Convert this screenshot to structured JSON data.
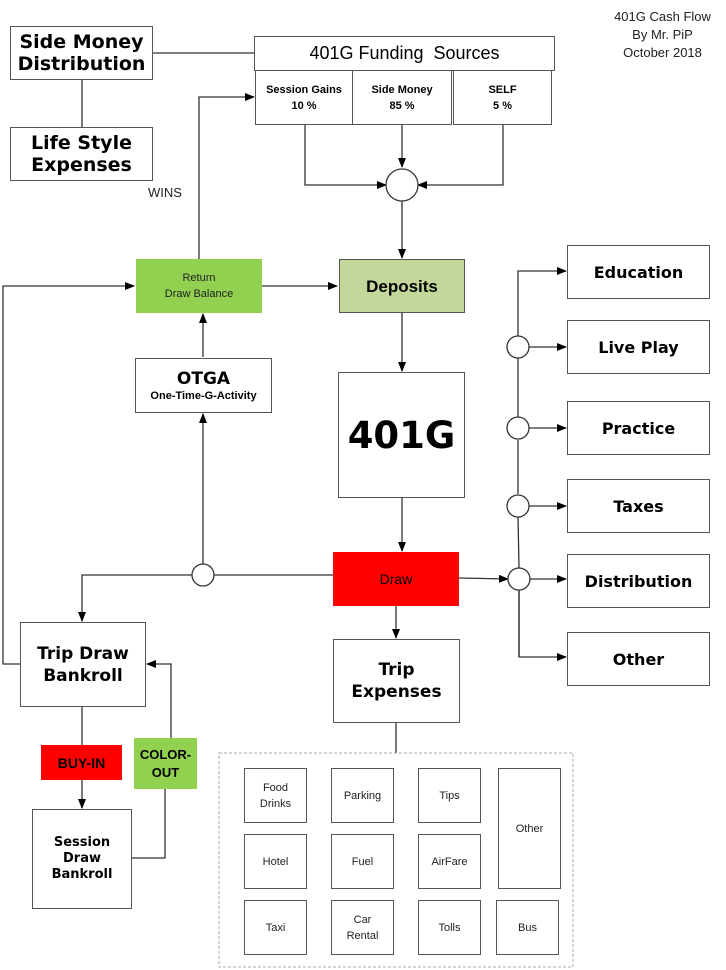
{
  "title_block": {
    "line1": "401G Cash Flow",
    "line2": "By Mr. PiP",
    "line3": "October 2018"
  },
  "side_money_distribution": "Side Money\nDistribution",
  "lifestyle_expenses": "Life Style\nExpenses",
  "funding": {
    "header": "401G Funding  Sources",
    "sources": [
      {
        "name": "Session Gains",
        "percent": "10 %"
      },
      {
        "name": "Side Money",
        "percent": "85 %"
      },
      {
        "name": "SELF",
        "percent": "5 %"
      }
    ]
  },
  "wins_label": "WINS",
  "return_draw_balance": "Return\nDraw Balance",
  "deposits": "Deposits",
  "otga": {
    "title": "OTGA",
    "subtitle": "One-Time-G-Activity"
  },
  "account": "401G",
  "draw": "Draw",
  "trip_draw_bankroll": "Trip Draw\nBankroll",
  "trip_expenses": "Trip\nExpenses",
  "buy_in": "BUY-IN",
  "color_out": "COLOR-\nOUT",
  "session_draw_bankroll": "Session\nDraw\nBankroll",
  "distribution_targets": [
    "Education",
    "Live Play",
    "Practice",
    "Taxes",
    "Distribution",
    "Other"
  ],
  "trip_expense_items": {
    "food_drinks": "Food\nDrinks",
    "parking": "Parking",
    "tips": "Tips",
    "other": "Other",
    "hotel": "Hotel",
    "fuel": "Fuel",
    "airfare": "AirFare",
    "taxi": "Taxi",
    "car_rental": "Car\nRental",
    "tolls": "Tolls",
    "bus": "Bus"
  },
  "colors": {
    "green": "#92d050",
    "sage": "#c4d79b",
    "red": "#ff0000",
    "line": "#333333"
  }
}
